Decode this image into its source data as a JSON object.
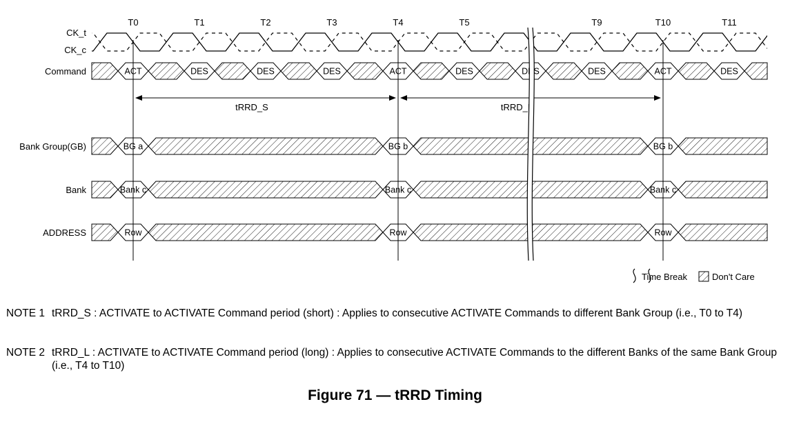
{
  "clock": {
    "labels": [
      "CK_t",
      "CK_c"
    ],
    "ticks": [
      {
        "label": "T0",
        "slot": 0
      },
      {
        "label": "T1",
        "slot": 1
      },
      {
        "label": "T2",
        "slot": 2
      },
      {
        "label": "T3",
        "slot": 3
      },
      {
        "label": "T4",
        "slot": 4
      },
      {
        "label": "T5",
        "slot": 5
      },
      {
        "label": "T9",
        "slot": 7
      },
      {
        "label": "T10",
        "slot": 8
      },
      {
        "label": "T11",
        "slot": 9
      }
    ]
  },
  "signals": [
    {
      "label": "Command",
      "windows": [
        {
          "text": "ACT",
          "slot": 0
        },
        {
          "text": "DES",
          "slot": 1
        },
        {
          "text": "DES",
          "slot": 2
        },
        {
          "text": "DES",
          "slot": 3
        },
        {
          "text": "ACT",
          "slot": 4
        },
        {
          "text": "DES",
          "slot": 5
        },
        {
          "text": "DES",
          "slot": 6
        },
        {
          "text": "DES",
          "slot": 7
        },
        {
          "text": "ACT",
          "slot": 8
        },
        {
          "text": "DES",
          "slot": 9
        }
      ]
    },
    {
      "label": "Bank Group(GB)",
      "windows": [
        {
          "text": "BG a",
          "slot": 0
        },
        {
          "text": "BG b",
          "slot": 4
        },
        {
          "text": "BG b",
          "slot": 8
        }
      ]
    },
    {
      "label": "Bank",
      "windows": [
        {
          "text": "Bank c",
          "slot": 0
        },
        {
          "text": "Bank c",
          "slot": 4
        },
        {
          "text": "Bank c",
          "slot": 8
        }
      ]
    },
    {
      "label": "ADDRESS",
      "windows": [
        {
          "text": "Row",
          "slot": 0
        },
        {
          "text": "Row",
          "slot": 4
        },
        {
          "text": "Row",
          "slot": 8
        }
      ]
    }
  ],
  "intervals": [
    {
      "label": "tRRD_S",
      "from_slot": 0,
      "to_slot": 4
    },
    {
      "label": "tRRD_L",
      "from_slot": 4,
      "to_slot": 8
    }
  ],
  "time_break_slot": 6,
  "legend": {
    "time_break": "Time Break",
    "dont_care": "Don't Care"
  },
  "notes": [
    {
      "number": "NOTE 1",
      "text": "tRRD_S : ACTIVATE to ACTIVATE Command period (short) : Applies to consecutive ACTIVATE Commands to different Bank Group (i.e., T0 to T4)"
    },
    {
      "number": "NOTE 2",
      "text": "tRRD_L : ACTIVATE to ACTIVATE Command period (long) : Applies to consecutive ACTIVATE Commands to the different Banks of the same Bank Group (i.e., T4 to T10)"
    }
  ],
  "caption": "Figure 71 — tRRD Timing"
}
